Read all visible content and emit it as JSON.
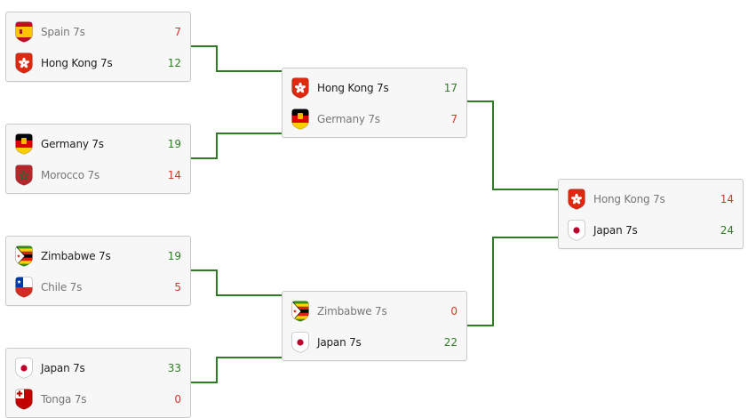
{
  "colors": {
    "connector": "#2e7d24",
    "win_score": "#2e7d24",
    "lose_score": "#d0392b"
  },
  "matches": [
    {
      "id": "qf1",
      "teams": [
        {
          "name": "Spain 7s",
          "score": "7",
          "flag": "spain-flag-icon",
          "result": "lose"
        },
        {
          "name": "Hong Kong 7s",
          "score": "12",
          "flag": "hong-kong-flag-icon",
          "result": "win"
        }
      ]
    },
    {
      "id": "qf2",
      "teams": [
        {
          "name": "Germany 7s",
          "score": "19",
          "flag": "germany-flag-icon",
          "result": "win"
        },
        {
          "name": "Morocco 7s",
          "score": "14",
          "flag": "morocco-flag-icon",
          "result": "lose"
        }
      ]
    },
    {
      "id": "qf3",
      "teams": [
        {
          "name": "Zimbabwe 7s",
          "score": "19",
          "flag": "zimbabwe-flag-icon",
          "result": "win"
        },
        {
          "name": "Chile 7s",
          "score": "5",
          "flag": "chile-flag-icon",
          "result": "lose"
        }
      ]
    },
    {
      "id": "qf4",
      "teams": [
        {
          "name": "Japan 7s",
          "score": "33",
          "flag": "japan-flag-icon",
          "result": "win"
        },
        {
          "name": "Tonga 7s",
          "score": "0",
          "flag": "tonga-flag-icon",
          "result": "lose"
        }
      ]
    },
    {
      "id": "sf1",
      "teams": [
        {
          "name": "Hong Kong 7s",
          "score": "17",
          "flag": "hong-kong-flag-icon",
          "result": "win"
        },
        {
          "name": "Germany 7s",
          "score": "7",
          "flag": "germany-flag-icon",
          "result": "lose"
        }
      ]
    },
    {
      "id": "sf2",
      "teams": [
        {
          "name": "Zimbabwe 7s",
          "score": "0",
          "flag": "zimbabwe-flag-icon",
          "result": "lose"
        },
        {
          "name": "Japan 7s",
          "score": "22",
          "flag": "japan-flag-icon",
          "result": "win"
        }
      ]
    },
    {
      "id": "final",
      "teams": [
        {
          "name": "Hong Kong 7s",
          "score": "14",
          "flag": "hong-kong-flag-icon",
          "result": "lose"
        },
        {
          "name": "Japan 7s",
          "score": "24",
          "flag": "japan-flag-icon",
          "result": "win"
        }
      ]
    }
  ]
}
